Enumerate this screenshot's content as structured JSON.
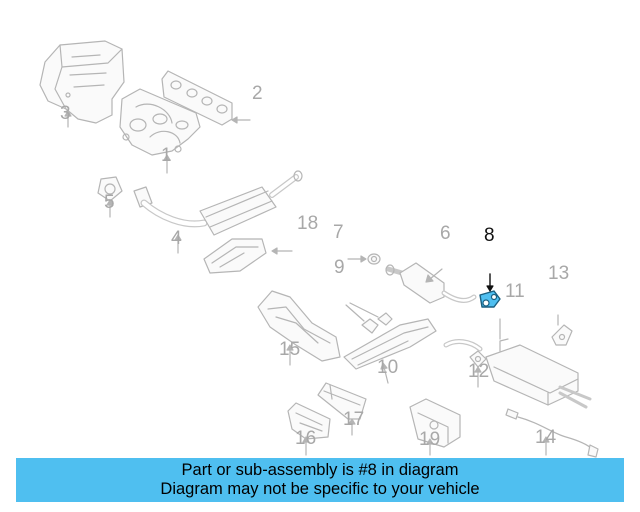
{
  "diagram": {
    "highlight_color": "#4fbff0",
    "line_color": "#b5b5b5",
    "active_text_color": "#111111",
    "parts": [
      {
        "number": "3",
        "icon": "heat-shield-icon"
      },
      {
        "number": "2",
        "icon": "gasket-icon"
      },
      {
        "number": "1",
        "icon": "exhaust-manifold-icon"
      },
      {
        "number": "5",
        "icon": "flange-gasket-icon"
      },
      {
        "number": "4",
        "icon": "catalytic-converter-icon"
      },
      {
        "number": "18",
        "icon": "heat-shield-icon"
      },
      {
        "number": "7",
        "icon": "clamp-icon"
      },
      {
        "number": "6",
        "icon": "intermediate-pipe-icon"
      },
      {
        "number": "8",
        "icon": "hanger-icon",
        "highlighted": true
      },
      {
        "number": "9",
        "icon": "bracket-icon"
      },
      {
        "number": "13",
        "icon": "bracket-icon"
      },
      {
        "number": "11",
        "icon": "muffler-icon"
      },
      {
        "number": "15",
        "icon": "heat-shield-icon"
      },
      {
        "number": "10",
        "icon": "heat-shield-icon"
      },
      {
        "number": "12",
        "icon": "clamp-icon"
      },
      {
        "number": "17",
        "icon": "heat-shield-icon"
      },
      {
        "number": "16",
        "icon": "heat-shield-icon"
      },
      {
        "number": "19",
        "icon": "heat-shield-icon"
      },
      {
        "number": "14",
        "icon": "oxygen-sensor-icon"
      }
    ]
  },
  "banner": {
    "line1": "Part or sub-assembly is #8 in diagram",
    "line2": "Diagram may not be specific to your vehicle",
    "background": "#4fbff0"
  }
}
